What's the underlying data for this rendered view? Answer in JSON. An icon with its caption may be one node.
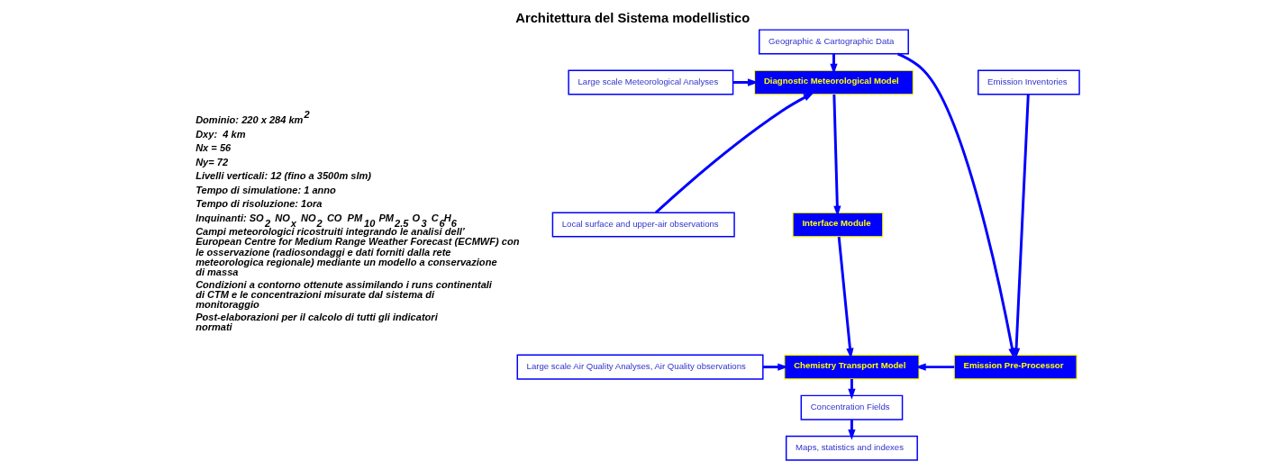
{
  "diagram": {
    "title": "Architettura del Sistema modellistico",
    "nodes": [
      {
        "text": [
          "Geographic & Cartographic Data"
        ]
      },
      {
        "text": [
          "Large scale Meteorological Analyses"
        ]
      },
      {
        "text": [
          "Diagnostic Meteorological Model"
        ]
      },
      {
        "text": [
          "Local surface and upper-air observations"
        ]
      },
      {
        "text": [
          "Emission Inventories"
        ]
      },
      {
        "text": [
          "Interface Module"
        ]
      },
      {
        "text": [
          "Large scale Air Quality Analyses, Air Quality observations"
        ]
      },
      {
        "text": [
          "Chemistry Transport Model"
        ]
      },
      {
        "text": [
          "Emission Pre-Processor"
        ]
      },
      {
        "text": [
          "Concentration Fields"
        ]
      },
      {
        "text": [
          "Maps, statistics and indexes"
        ]
      }
    ],
    "edges": [
      {
        "from": 0,
        "to": 2,
        "arrow": "to"
      },
      {
        "from": 1,
        "to": 2,
        "arrow": "to"
      },
      {
        "from": 3,
        "to": 2,
        "arrow": "to"
      },
      {
        "from": 2,
        "to": 5,
        "arrow": "to"
      },
      {
        "from": 0,
        "to": 8,
        "arrow": "to"
      },
      {
        "from": 4,
        "to": 8,
        "arrow": "to"
      },
      {
        "from": 5,
        "to": 7,
        "arrow": "to"
      },
      {
        "from": 6,
        "to": 7,
        "arrow": "to"
      },
      {
        "from": 8,
        "to": 7,
        "arrow": "to"
      },
      {
        "from": 7,
        "to": 9,
        "arrow": "to"
      },
      {
        "from": 9,
        "to": 10,
        "arrow": "to"
      }
    ],
    "labels": [
      "Dominio: 220 x 284 km$^{2}$",
      "Dxy:  4 km",
      "Nx = 56",
      "Ny= 72",
      "Livelli verticali: 12 (fino a 3500m slm)",
      "Tempo di simulatione: 1 anno",
      "Tempo di risoluzione: 1ora",
      "Inquinanti: SO$_{2}$  NO$_{x}$  NO$_{2}$  CO  PM$_{10}$  PM$_{2.5}$  O$_{3}$  C$_{6}$H$_{6}$",
      "Campi meteorologici ricostruiti integrando le analisi dell’ European Centre for Medium Range Weather Forecast (ECMWF) con le osservazione (radiosondaggi e dati forniti dalla rete meteorologica regionale) mediante un modello a conservazione di massa",
      "Condizioni a contorno ottenute assimilando i runs continentali di CTM e le concentrazioni misurate dal sistema di monitoraggio",
      "Post-elaborazioni per il calcolo di tutti gli indicatori normati"
    ]
  }
}
